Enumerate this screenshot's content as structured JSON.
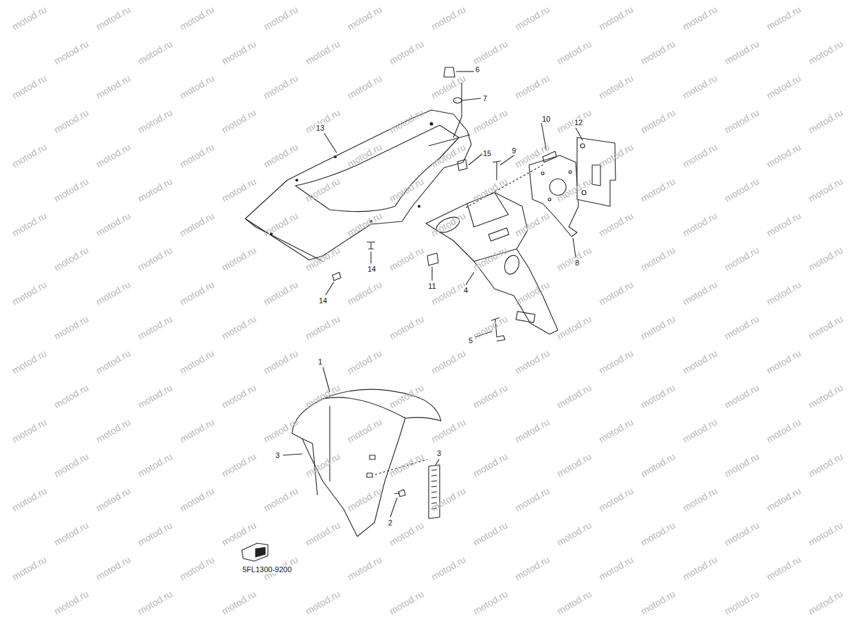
{
  "diagram": {
    "labels": [
      "6",
      "7",
      "13",
      "10",
      "12",
      "15",
      "9",
      "14",
      "14",
      "11",
      "4",
      "8",
      "5",
      "1",
      "3",
      "3",
      "2",
      "5FL1300-9200",
      "motod.ru",
      "motod.ru",
      "motod.ru",
      "motod.ru",
      "motod.ru",
      "motod.ru",
      "motod.ru",
      "motod.ru",
      "motod.ru",
      "motod.ru",
      "motod.ru",
      "motod.ru",
      "motod.ru",
      "motod.ru",
      "motod.ru",
      "motod.ru",
      "motod.ru",
      "motod.ru",
      "motod.ru",
      "motod.ru",
      "motod.ru",
      "motod.ru",
      "motod.ru",
      "motod.ru",
      "motod.ru",
      "motod.ru",
      "motod.ru",
      "motod.ru",
      "motod.ru",
      "motod.ru",
      "motod.ru",
      "motod.ru",
      "motod.ru",
      "motod.ru",
      "motod.ru",
      "motod.ru",
      "motod.ru",
      "motod.ru",
      "motod.ru",
      "motod.ru",
      "motod.ru",
      "motod.ru",
      "motod.ru",
      "motod.ru",
      "motod.ru",
      "motod.ru",
      "motod.ru",
      "motod.ru",
      "motod.ru",
      "motod.ru",
      "motod.ru",
      "motod.ru",
      "motod.ru",
      "motod.ru",
      "motod.ru",
      "motod.ru",
      "motod.ru",
      "motod.ru",
      "motod.ru",
      "motod.ru",
      "motod.ru",
      "motod.ru",
      "motod.ru",
      "motod.ru",
      "motod.ru",
      "motod.ru",
      "motod.ru",
      "motod.ru",
      "motod.ru",
      "motod.ru",
      "motod.ru",
      "motod.ru",
      "motod.ru",
      "motod.ru",
      "motod.ru",
      "motod.ru",
      "motod.ru",
      "motod.ru",
      "motod.ru",
      "motod.ru",
      "motod.ru",
      "motod.ru",
      "motod.ru",
      "motod.ru",
      "motod.ru",
      "motod.ru",
      "motod.ru",
      "motod.ru",
      "motod.ru",
      "motod.ru",
      "motod.ru",
      "motod.ru",
      "motod.ru",
      "motod.ru",
      "motod.ru",
      "motod.ru",
      "motod.ru",
      "motod.ru",
      "motod.ru",
      "motod.ru",
      "motod.ru",
      "motod.ru",
      "motod.ru",
      "motod.ru",
      "motod.ru",
      "motod.ru",
      "motod.ru",
      "motod.ru",
      "motod.ru",
      "motod.ru",
      "motod.ru",
      "motod.ru",
      "motod.ru",
      "motod.ru",
      "motod.ru",
      "motod.ru",
      "motod.ru",
      "motod.ru",
      "motod.ru",
      "motod.ru",
      "motod.ru",
      "motod.ru",
      "motod.ru",
      "motod.ru",
      "motod.ru",
      "motod.ru",
      "motod.ru",
      "motod.ru",
      "motod.ru",
      "motod.ru",
      "motod.ru",
      "motod.ru",
      "motod.ru",
      "motod.ru",
      "motod.ru",
      "motod.ru",
      "motod.ru",
      "motod.ru",
      "motod.ru",
      "motod.ru",
      "motod.ru",
      "motod.ru",
      "motod.ru",
      "motod.ru",
      "motod.ru",
      "motod.ru",
      "motod.ru",
      "motod.ru",
      "motod.ru",
      "motod.ru",
      "motod.ru",
      "motod.ru",
      "motod.ru",
      "motod.ru",
      "motod.ru",
      "motod.ru",
      "motod.ru",
      "motod.ru",
      "motod.ru",
      "motod.ru",
      "motod.ru",
      "motod.ru",
      "motod.ru",
      "motod.ru",
      "motod.ru",
      "motod.ru",
      "motod.ru",
      "motod.ru",
      "motod.ru",
      "motod.ru",
      "motod.ru",
      "motod.ru",
      "motod.ru",
      "motod.ru",
      "motod.ru",
      "motod.ru",
      "motod.ru",
      "motod.ru",
      "motod.ru",
      "motod.ru"
    ]
  }
}
